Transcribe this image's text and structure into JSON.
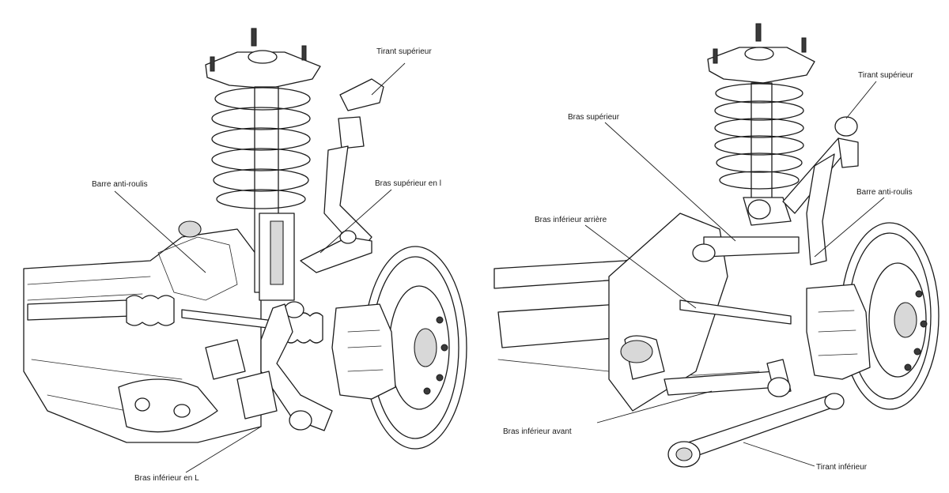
{
  "figure": {
    "left_view": {
      "labels": {
        "tirant_superieur": "Tirant supérieur",
        "bras_superieur_en_l": "Bras supérieur en l",
        "barre_anti_roulis": "Barre anti-roulis",
        "bras_inferieur_en_l": "Bras inférieur en L"
      }
    },
    "right_view": {
      "labels": {
        "tirant_superieur": "Tirant supérieur",
        "bras_superieur": "Bras supérieur",
        "barre_anti_roulis": "Barre anti-roulis",
        "bras_inferieur_arriere": "Bras inférieur arrière",
        "bras_inferieur_avant": "Bras inférieur avant",
        "tirant_inferieur": "Tirant inférieur"
      }
    },
    "colors": {
      "ink": "#1c1c1c",
      "shade": "#d8d8d8",
      "background": "#ffffff"
    }
  }
}
